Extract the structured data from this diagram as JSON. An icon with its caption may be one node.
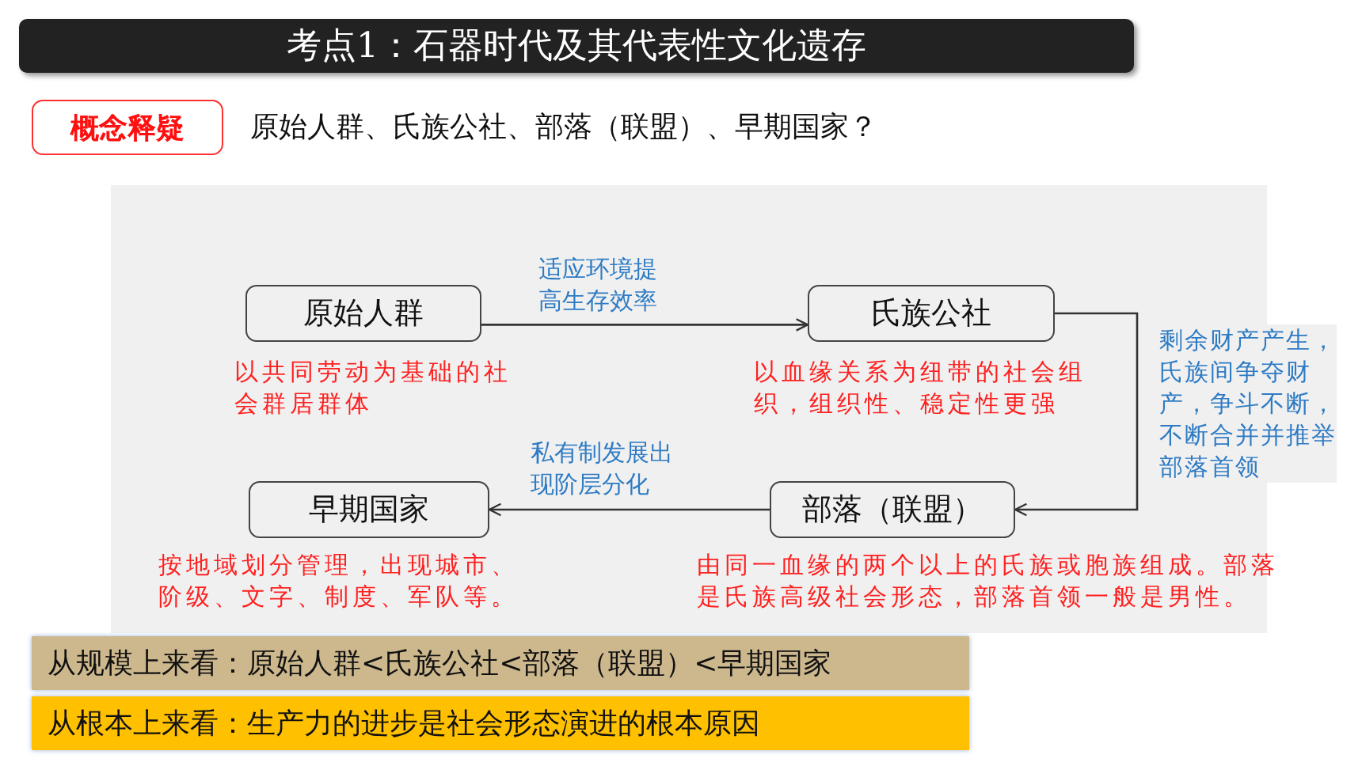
{
  "diagram": {
    "title": "考点1：石器时代及其代表性文化遗存",
    "nodes": [
      {
        "text": [
          "概念释疑"
        ]
      },
      {
        "text": [
          "原始人群"
        ],
        "beside": [
          "以共同劳动为基础的社会群居群体"
        ]
      },
      {
        "text": [
          "氏族公社"
        ],
        "beside": [
          "以血缘关系为纽带的社会组织，组织性、稳定性更强"
        ]
      },
      {
        "text": [
          "部落（联盟）"
        ],
        "beside": [
          "由同一血缘的两个以上的氏族或胞族组成。部落是氏族高级社会形态，部落首领一般是男性。"
        ]
      },
      {
        "text": [
          "早期国家"
        ],
        "beside": [
          "按地域划分管理，出现城市、阶级、文字、制度、军队等。"
        ]
      },
      {
        "text": [
          "从规模上来看：原始人群<氏族公社<部落（联盟）<早期国家"
        ]
      },
      {
        "text": [
          "从根本上来看：生产力的进步是社会形态演进的根本原因"
        ]
      }
    ],
    "edges": [
      {
        "from": 1,
        "to": 2,
        "arrow": "to",
        "label": "适应环境提高生存效率"
      },
      {
        "from": 2,
        "to": 3,
        "arrow": "to",
        "label": "剩余财产产生，氏族间争夺财产，争斗不断，不断合并并推举部落首领"
      },
      {
        "from": 3,
        "to": 4,
        "arrow": "to",
        "label": "私有制发展出现阶层分化"
      }
    ],
    "labels": [
      "原始人群、氏族公社、部落（联盟）、早期国家？"
    ]
  }
}
